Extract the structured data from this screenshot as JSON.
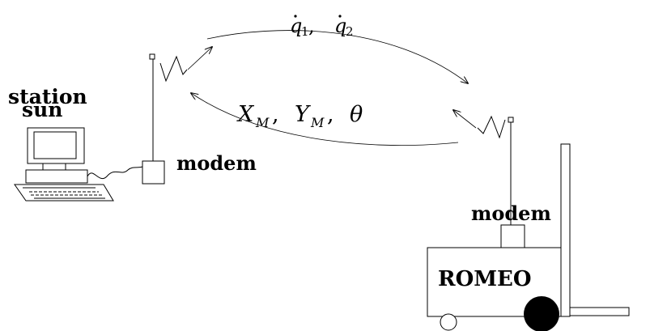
{
  "labels": {
    "station": "station",
    "sun": "sun",
    "modem_left": "modem",
    "modem_right": "modem",
    "robot": "ROMEO"
  },
  "signals": {
    "uplink": {
      "q1": "q",
      "q1_sub": "1",
      "q2": "q",
      "q2_sub": "2"
    },
    "downlink": {
      "x": "X",
      "x_sub": "M",
      "y": "Y",
      "y_sub": "M",
      "theta": "θ"
    }
  }
}
